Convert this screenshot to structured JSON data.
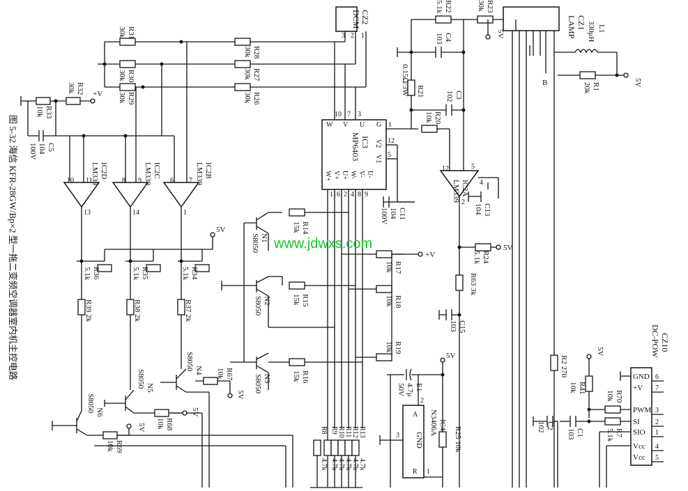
{
  "caption": "图 5-32  海信 KFR-28GW/Bp×2 型一拖二变频空调器室内机主控电路",
  "watermark": "www.jdwxs.com",
  "supply": {
    "plus_v": "+V",
    "five_v": "5V",
    "b": "B"
  },
  "resistors": {
    "R1": "R1",
    "R1_val": "20k",
    "R2": "R2 270",
    "R7": "R7",
    "R7_val": "5.1k",
    "R8": "R8",
    "R9": "R9",
    "R10": "R10",
    "R11": "R11",
    "R12": "R12",
    "R13": "R13",
    "r_4k7": "4.7k",
    "R14": "R14",
    "R14_val": "15k",
    "R15": "R15",
    "R15_val": "15k",
    "R16": "R16",
    "R16_val": "15k",
    "R17": "R17",
    "R17_val": "10k",
    "R18": "R18",
    "R18_val": "10k",
    "R19": "R19",
    "R19_val": "10k",
    "R20": "R20",
    "R20_val": "10k",
    "R21": "R21",
    "R21_val": "0.15Ω/3W",
    "R22": "R22",
    "R22_val": "5.1k",
    "R23": "R23",
    "R23_val": "30k",
    "R24": "R24",
    "R24_val": "5.1k",
    "R25": "R25 10k",
    "R26": "R26",
    "R26_val": "30k",
    "R27": "R27",
    "R27_val": "30k",
    "R28": "R28",
    "R28_val": "30k",
    "R29": "R29",
    "R29_val": "30k",
    "R30": "R30",
    "R30_val": "30k",
    "R31": "R31",
    "R31_val": "30k",
    "R32": "R32",
    "R32_val": "30k",
    "R33": "R33",
    "R33_val": "10k",
    "R34": "R34",
    "R34_val": "5.1k",
    "R35": "R35",
    "R35_val": "5.1k",
    "R36": "R36",
    "R36_val": "5.1k",
    "R37": "R37 2k",
    "R38": "R38 2k",
    "R39": "R39 2k",
    "R41": "R41",
    "R41_val": "10k",
    "R63": "R63 3k",
    "R67": "R67",
    "R67_val": "10k",
    "R68": "R68",
    "R68_val": "10k",
    "R69": "R69",
    "R69_val": "10k",
    "R70": "R70",
    "R70_val": "10k"
  },
  "capacitors": {
    "C1": "C1",
    "C1_val": "103",
    "C2": "C2",
    "C2_val": "102",
    "C3": "C3",
    "C3_val": "102",
    "C4": "C4",
    "C4_val": "103",
    "C5": "C5",
    "C5_val": "104",
    "C5_v": "100V",
    "C11": "C11",
    "C11_val": "104",
    "C11_v": "100V",
    "C13": "C13",
    "C13_val": "104",
    "C15": "C15",
    "C15_val": "103",
    "E1": "E1",
    "E1_val": "4.7μ",
    "E1_v": "50V"
  },
  "inductor": {
    "name": "L1",
    "value": "330μH"
  },
  "ics": {
    "IC2D": "IC2D",
    "IC2C": "IC2C",
    "IC2B": "IC2B",
    "IC2A": "IC2A",
    "LM339": "LM339",
    "IC3": "IC3",
    "IC3_part": "MP6403",
    "IC4": "IC4",
    "IC4_part": "N3406A"
  },
  "transistors": {
    "N1": "N1",
    "N2": "N2",
    "N3": "N3",
    "N4": "N4",
    "N5": "N5",
    "N6": "N6",
    "part": "S8050"
  },
  "connectors": {
    "CZ1": "CZ1",
    "CZ1_name": "LAMP",
    "CZ2": "CZ2",
    "CZ2_name": "DCM",
    "CZ10": "CZ10",
    "CZ10_name": "DC-POW",
    "cz10_pins": [
      {
        "num": "6",
        "label": "GND"
      },
      {
        "num": "7",
        "label": "+V"
      },
      {
        "num": "3",
        "label": "PWM"
      },
      {
        "num": "2",
        "label": "SI"
      },
      {
        "num": "1",
        "label": "SIO"
      },
      {
        "num": "4",
        "label": "Vcc"
      },
      {
        "num": "5",
        "label": "Vcc"
      }
    ]
  },
  "ic3_pins": {
    "W": "W",
    "V": "V",
    "U": "U",
    "G": "G",
    "V2": "V2",
    "V1": "V1",
    "W_plus": "W+",
    "V_plus": "V+",
    "U_plus": "U+",
    "W_minus": "W-",
    "V_minus": "V-",
    "U_minus": "U-",
    "n10": "10",
    "n7": "7",
    "n3": "3",
    "n1": "1",
    "n12": "12",
    "n5": "5",
    "n11": "11",
    "n6": "6",
    "n2": "2",
    "n4": "4",
    "n8": "8",
    "n9": "9"
  },
  "ic4_pins": {
    "A": "A",
    "GND": "GND",
    "R": "R",
    "n2": "2",
    "n3": "3",
    "n1": "1"
  },
  "op_pins": {
    "d10": "10",
    "d11": "11",
    "d13": "13",
    "c8": "8",
    "c9": "9",
    "c14": "14",
    "b6": "6",
    "b7": "7",
    "b1": "1",
    "a12": "12",
    "a5": "5",
    "a4": "4",
    "a2": "2",
    "cz2_3": "3",
    "cz2_2": "2",
    "cz2_1": "1"
  }
}
